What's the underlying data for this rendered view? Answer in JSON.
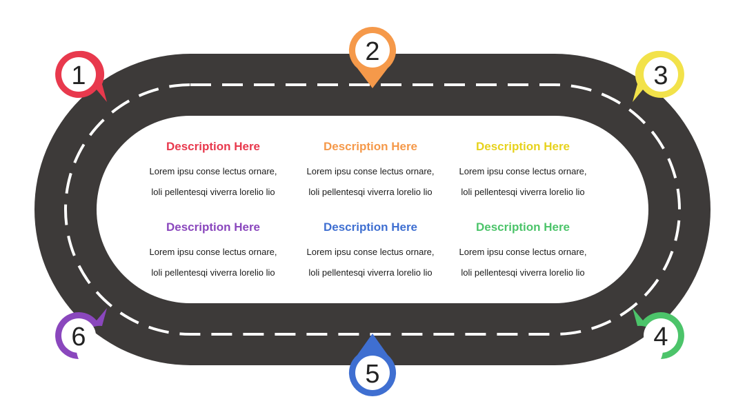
{
  "track": {
    "road_color": "#3d3a39",
    "lane_color": "#ffffff",
    "inner_color": "#ffffff"
  },
  "markers": [
    {
      "number": "1",
      "color": "#e8394d"
    },
    {
      "number": "2",
      "color": "#f5994a"
    },
    {
      "number": "3",
      "color": "#f2e24a"
    },
    {
      "number": "4",
      "color": "#4cc46a"
    },
    {
      "number": "5",
      "color": "#3f6fd1"
    },
    {
      "number": "6",
      "color": "#8a47bd"
    }
  ],
  "descriptions": [
    {
      "title": "Description Here",
      "color": "#e8394d",
      "line1": "Lorem ipsu conse lectus ornare,",
      "line2": "loli pellentesqi viverra lorelio lio"
    },
    {
      "title": "Description Here",
      "color": "#f5994a",
      "line1": "Lorem ipsu conse lectus ornare,",
      "line2": "loli pellentesqi viverra lorelio lio"
    },
    {
      "title": "Description Here",
      "color": "#e7d21d",
      "line1": "Lorem ipsu conse lectus ornare,",
      "line2": "loli pellentesqi viverra lorelio lio"
    },
    {
      "title": "Description Here",
      "color": "#8a47bd",
      "line1": "Lorem ipsu conse lectus ornare,",
      "line2": "loli pellentesqi viverra lorelio lio"
    },
    {
      "title": "Description Here",
      "color": "#3f6fd1",
      "line1": "Lorem ipsu conse lectus ornare,",
      "line2": "loli pellentesqi viverra lorelio lio"
    },
    {
      "title": "Description Here",
      "color": "#4cc46a",
      "line1": "Lorem ipsu conse lectus ornare,",
      "line2": "loli pellentesqi viverra lorelio lio"
    }
  ]
}
